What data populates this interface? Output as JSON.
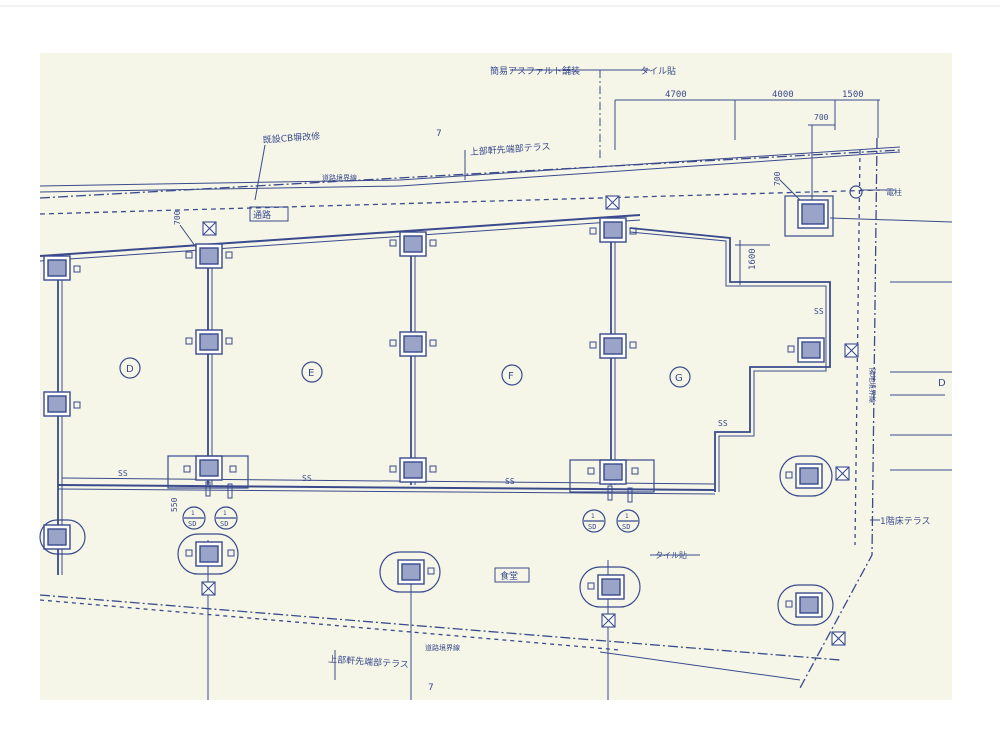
{
  "header": {
    "pave_note": "簡易アスファルト舗装",
    "tile_note_top": "タイル貼"
  },
  "dimensions": {
    "d4700": "4700",
    "d4000": "4000",
    "d1500": "1500",
    "d700_top": "700",
    "d700_right": "700",
    "d700_left": "700",
    "d1600": "1600",
    "d550": "550"
  },
  "notes": {
    "existing_block": "既設CB塀改修",
    "upper_eave": "上部軒先端部テラス",
    "road_boundary_top": "道路境界線",
    "road_boundary_bottom": "道路境界線",
    "lower_eave": "上部軒先端部テラス",
    "right_boundary": "隣地境界線",
    "floor_terrace": "1階床テラス",
    "tile_note_mid": "タイル貼",
    "electric_pole": "電柱",
    "level_top": "7",
    "level_bottom": "7"
  },
  "labels": {
    "access_road": "通路",
    "cafeteria": "食堂",
    "unit_d": "D",
    "unit_e": "E",
    "unit_f": "F",
    "unit_g": "G",
    "unit_d_right": "D"
  },
  "pipes": {
    "ss1": "SS",
    "ss2": "SS",
    "ss3": "SS",
    "ss4": "SS",
    "ss5": "SS"
  },
  "drains": {
    "sd_top": "1",
    "sd_bottom": "SD"
  }
}
